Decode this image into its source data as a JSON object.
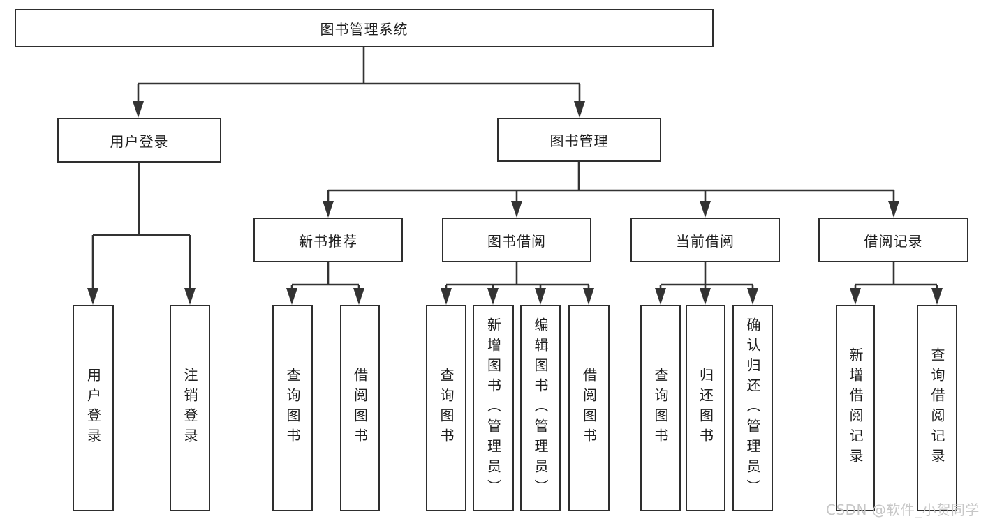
{
  "diagram": {
    "root": {
      "label": "图书管理系统"
    },
    "level2": {
      "user_login": {
        "label": "用户登录"
      },
      "book_management": {
        "label": "图书管理"
      }
    },
    "level3": {
      "new_book_recommend": {
        "label": "新书推荐"
      },
      "book_borrow": {
        "label": "图书借阅"
      },
      "current_borrow": {
        "label": "当前借阅"
      },
      "borrow_records": {
        "label": "借阅记录"
      }
    },
    "leaves": {
      "user_login_action": {
        "label": "用户登录"
      },
      "logout_action": {
        "label": "注销登录"
      },
      "rec_query_books": {
        "label": "查询图书"
      },
      "rec_borrow_books": {
        "label": "借阅图书"
      },
      "bb_query_books": {
        "label": "查询图书"
      },
      "bb_add_books": {
        "label": "新增图书（管理员）"
      },
      "bb_edit_books": {
        "label": "编辑图书（管理员）"
      },
      "bb_borrow_books": {
        "label": "借阅图书"
      },
      "cb_query_books": {
        "label": "查询图书"
      },
      "cb_return_books": {
        "label": "归还图书"
      },
      "cb_confirm_return": {
        "label": "确认归还（管理员）"
      },
      "br_add_record": {
        "label": "新增借阅记录"
      },
      "br_query_record": {
        "label": "查询借阅记录"
      }
    }
  },
  "watermark": {
    "text": "CSDN @软件_小贺同学",
    "color": "#c7c7c7"
  },
  "colors": {
    "line": "#333333",
    "box_border": "#2e2e2e",
    "text": "#1e1e1e",
    "background": "#ffffff"
  }
}
